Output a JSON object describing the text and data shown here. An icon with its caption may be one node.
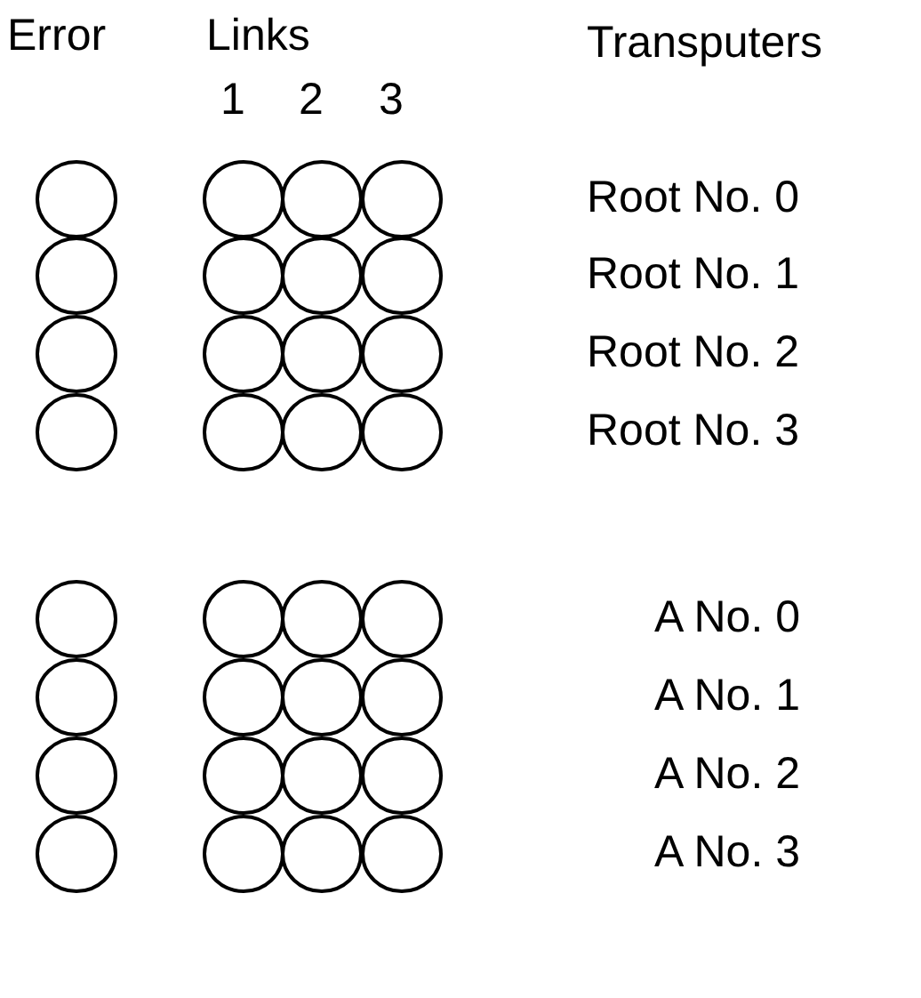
{
  "diagram": {
    "nodes": [
      {
        "text": [],
        "shape": "circle"
      },
      {
        "text": [],
        "shape": "circle"
      },
      {
        "text": [],
        "shape": "circle"
      },
      {
        "text": [],
        "shape": "circle"
      },
      {
        "text": [],
        "shape": "circle"
      },
      {
        "text": [],
        "shape": "circle"
      },
      {
        "text": [],
        "shape": "circle"
      },
      {
        "text": [],
        "shape": "circle"
      },
      {
        "text": [],
        "shape": "circle"
      },
      {
        "text": [],
        "shape": "circle"
      },
      {
        "text": [],
        "shape": "circle"
      },
      {
        "text": [],
        "shape": "circle"
      },
      {
        "text": [],
        "shape": "circle"
      },
      {
        "text": [],
        "shape": "circle"
      },
      {
        "text": [],
        "shape": "circle"
      },
      {
        "text": [],
        "shape": "circle"
      },
      {
        "text": [],
        "shape": "circle"
      },
      {
        "text": [],
        "shape": "circle"
      },
      {
        "text": [],
        "shape": "circle"
      },
      {
        "text": [],
        "shape": "circle"
      },
      {
        "text": [],
        "shape": "circle"
      },
      {
        "text": [],
        "shape": "circle"
      },
      {
        "text": [],
        "shape": "circle"
      },
      {
        "text": [],
        "shape": "circle"
      },
      {
        "text": [],
        "shape": "circle"
      },
      {
        "text": [],
        "shape": "circle"
      },
      {
        "text": [],
        "shape": "circle"
      },
      {
        "text": [],
        "shape": "circle"
      },
      {
        "text": [],
        "shape": "circle"
      },
      {
        "text": [],
        "shape": "circle"
      },
      {
        "text": [],
        "shape": "circle"
      },
      {
        "text": [],
        "shape": "circle"
      }
    ],
    "labels": [
      "Error",
      "Links",
      "Transputers",
      "1",
      "2",
      "3",
      "Root No. 0",
      "Root No. 1",
      "Root No. 2",
      "Root No. 3",
      "A No. 0",
      "A No. 1",
      "A No. 2",
      "A No. 3"
    ]
  }
}
